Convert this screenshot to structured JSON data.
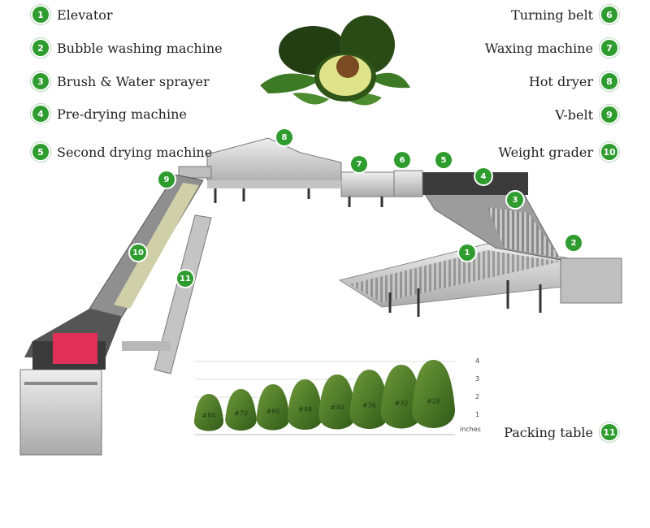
{
  "legend_left": [
    {
      "num": "1",
      "label": "Elevator"
    },
    {
      "num": "2",
      "label": "Bubble washing machine"
    },
    {
      "num": "3",
      "label": "Brush & Water sprayer"
    },
    {
      "num": "4",
      "label": "Pre-drying machine"
    },
    {
      "num": "5",
      "label": "Second drying machine"
    }
  ],
  "legend_right": [
    {
      "num": "6",
      "label": "Turning belt"
    },
    {
      "num": "7",
      "label": "Waxing machine"
    },
    {
      "num": "8",
      "label": "Hot dryer"
    },
    {
      "num": "9",
      "label": "V-belt"
    },
    {
      "num": "10",
      "label": "Weight grader"
    },
    {
      "num": "11",
      "label": "Packing table"
    }
  ],
  "markers": [
    "1",
    "2",
    "3",
    "4",
    "5",
    "6",
    "7",
    "8",
    "9",
    "10",
    "11"
  ],
  "avocado_sizes": [
    "#84",
    "#70",
    "#60",
    "#48",
    "#40",
    "#36",
    "#32",
    "#28"
  ],
  "scale_ticks": [
    "1",
    "2",
    "3",
    "4"
  ],
  "scale_unit": "inches",
  "colors": {
    "badge": "#2e9c2e",
    "avocado_skin": "#4f7a2a",
    "machine": "#d9d9d9",
    "motor_red": "#e0305a"
  }
}
